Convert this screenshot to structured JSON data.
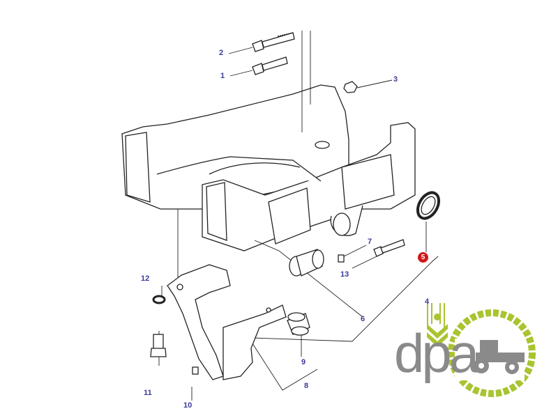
{
  "diagram": {
    "callouts": [
      {
        "id": "2",
        "label": "2"
      },
      {
        "id": "1",
        "label": "1"
      },
      {
        "id": "3",
        "label": "3"
      },
      {
        "id": "5",
        "label": "5",
        "highlighted": true
      },
      {
        "id": "7",
        "label": "7"
      },
      {
        "id": "13",
        "label": "13"
      },
      {
        "id": "4",
        "label": "4"
      },
      {
        "id": "6",
        "label": "6"
      },
      {
        "id": "12",
        "label": "12"
      },
      {
        "id": "11",
        "label": "11"
      },
      {
        "id": "10",
        "label": "10"
      },
      {
        "id": "9",
        "label": "9"
      },
      {
        "id": "8",
        "label": "8"
      }
    ],
    "highlight_color": "#d01818",
    "label_color": "#3a3a9a"
  },
  "logo": {
    "text": "dpa",
    "text_color": "#8a8a8a",
    "accent_color": "#a8c430"
  }
}
